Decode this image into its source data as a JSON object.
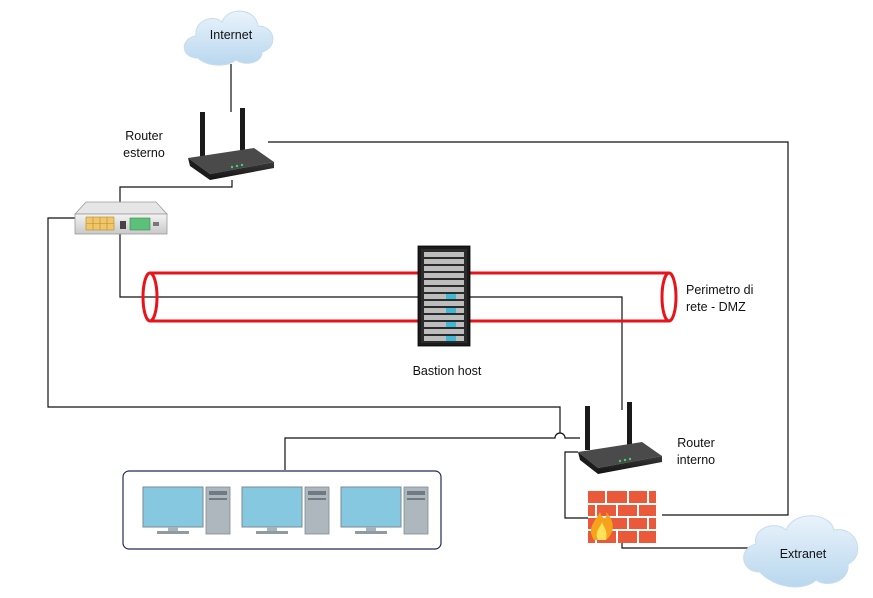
{
  "nodes": {
    "internet": {
      "label": "Internet"
    },
    "router_esterno": {
      "label_line1": "Router",
      "label_line2": "esterno"
    },
    "perimetro": {
      "label_line1": "Perimetro di",
      "label_line2": "rete - DMZ"
    },
    "bastion": {
      "label": "Bastion host"
    },
    "router_interno": {
      "label_line1": "Router",
      "label_line2": "interno"
    },
    "extranet": {
      "label": "Extranet"
    }
  },
  "colors": {
    "perimeter_tube": "#e8141c",
    "cloud_fill": "#d2e6f5",
    "monitor_screen": "#86c8e0",
    "firewall_brick": "#ea5a3a",
    "line": "#111111"
  },
  "icons": {
    "cloud": "cloud-icon",
    "router": "wireless-router-icon",
    "switch": "network-switch-icon",
    "server": "server-rack-icon",
    "workstation": "desktop-computer-icon",
    "firewall": "firewall-icon"
  }
}
